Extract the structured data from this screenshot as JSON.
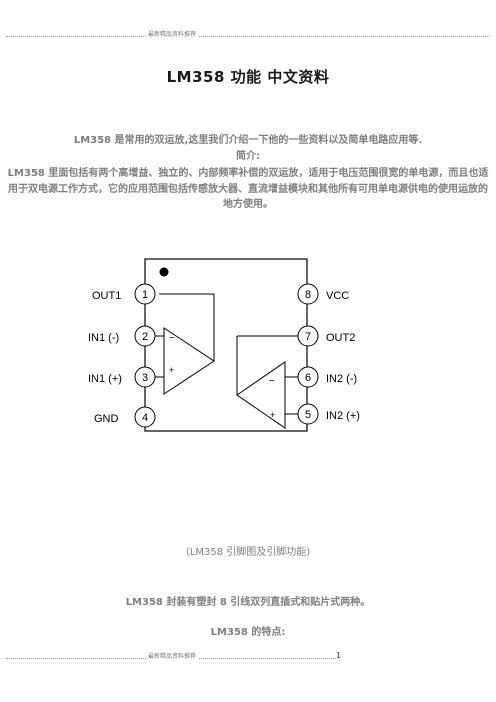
{
  "header": {
    "text": "最新精品资料推荐"
  },
  "footer": {
    "text": "最新精品资料推荐",
    "page_number": "1"
  },
  "title": "LM358 功能  中文资料",
  "summary": "LM358 是常用的双运放,这里我们介绍一下他的一些资料以及简单电路应用等.",
  "intro_heading": "简介:",
  "intro_text": "LM358 里面包括有两个高增益、独立的、内部频率补偿的双运放，适用于电压范围很宽的单电源，而且也适用于双电源工作方式，它的应用范围包括传感放大器、直流增益模块和其他所有可用单电源供电的使用运放的地方使用。",
  "diagram": {
    "pins_left": [
      {
        "number": "1",
        "label": "OUT1"
      },
      {
        "number": "2",
        "label": "IN1 (-)"
      },
      {
        "number": "3",
        "label": "IN1 (+)"
      },
      {
        "number": "4",
        "label": "GND"
      }
    ],
    "pins_right": [
      {
        "number": "8",
        "label": "VCC"
      },
      {
        "number": "7",
        "label": "OUT2"
      },
      {
        "number": "6",
        "label": "IN2 (-)"
      },
      {
        "number": "5",
        "label": "IN2 (+)"
      }
    ],
    "minus_sign": "−",
    "plus_sign": "+"
  },
  "caption": "(LM358 引脚图及引脚功能)",
  "package_text": "LM358 封装有塑封 8 引线双列直插式和贴片式两种。",
  "features_heading": "LM358 的特点:"
}
